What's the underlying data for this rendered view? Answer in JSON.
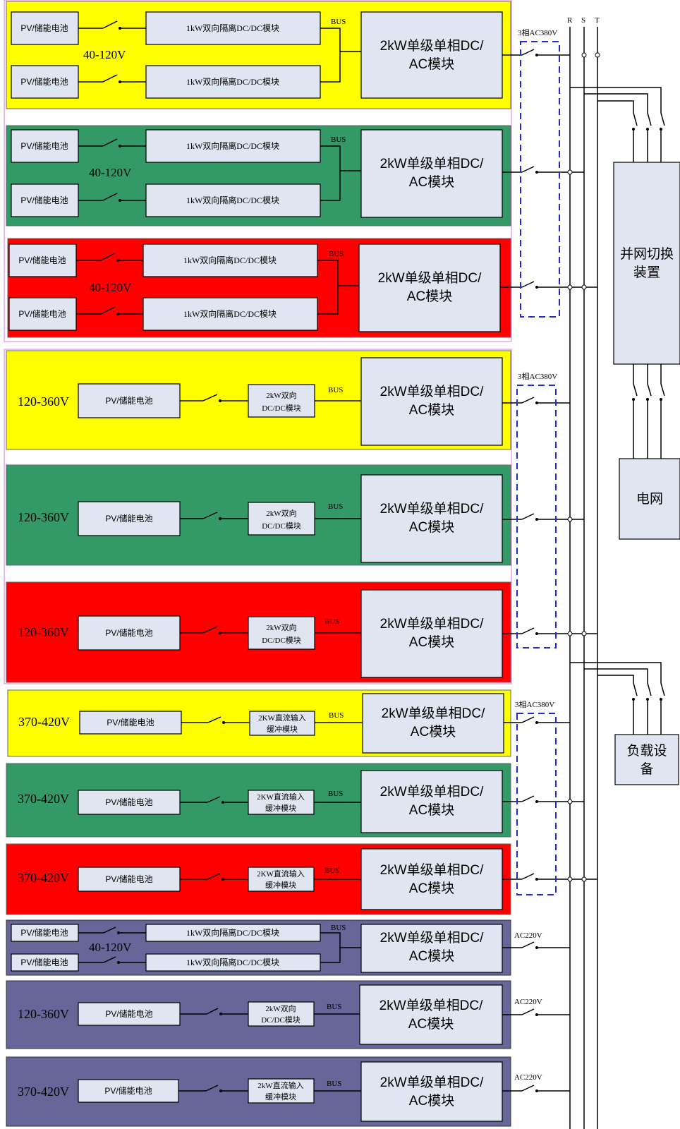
{
  "labels": {
    "pv": "PV/储能电池",
    "dcdc_1kw": "1kW双向隔离DC/DC模块",
    "dcdc_2kw_l1": "2kW双向",
    "dcdc_2kw_l2": "DC/DC模块",
    "buffer_l1": "2KW直流输入",
    "buffer_l2": "缓冲模块",
    "buffer_alt_l1": "2kW直流输入",
    "inv_l1": "2kW单级单相DC/",
    "inv_l2": "AC模块",
    "bus": "BUS",
    "v40": "40-120V",
    "v120": "120-360V",
    "v370": "370-420V",
    "ac380": "3相AC380V",
    "ac220": "AC220V",
    "phase_r": "R",
    "phase_s": "S",
    "phase_t": "T",
    "grid_switch_l1": "并网切换",
    "grid_switch_l2": "装置",
    "grid": "电网",
    "load_l1": "负载设",
    "load_l2": "备"
  },
  "colors": {
    "yellow": "#ffff00",
    "green": "#339966",
    "red": "#ff0000",
    "purple": "#666699",
    "module_fill": "#dfe5f1",
    "dashed_group": "#1f2bcf"
  }
}
